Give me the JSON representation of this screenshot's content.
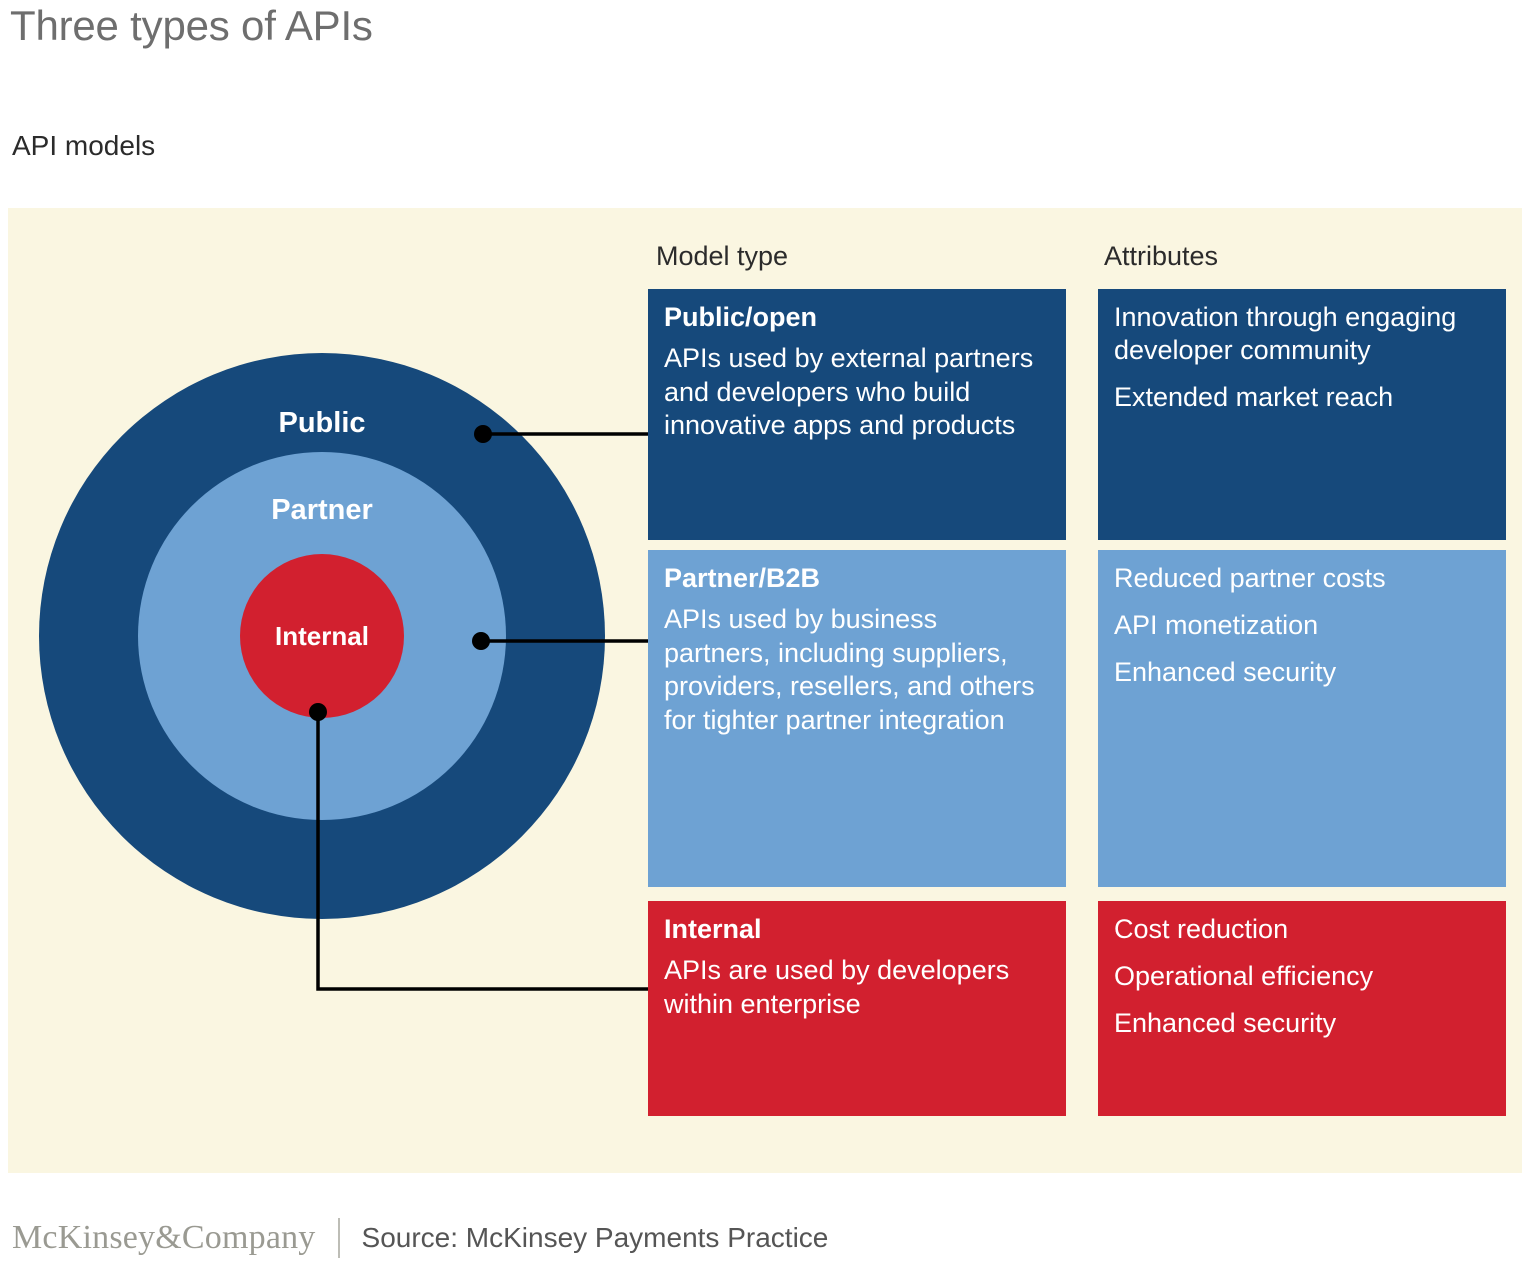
{
  "header": {
    "title": "Three types of APIs",
    "subtitle": "API models"
  },
  "colors": {
    "background": "#ffffff",
    "panel": "#faf6e1",
    "public_blue": "#16497B",
    "partner_blue": "#6EA2D3",
    "internal_red": "#D2202F",
    "title_gray": "#6e6e6e",
    "text_dark": "#2b2b2b",
    "connector_line": "#000000",
    "logo_gray": "#9a9a92"
  },
  "venn": {
    "rings": [
      {
        "label": "Public",
        "color": "#16497B"
      },
      {
        "label": "Partner",
        "color": "#6EA2D3"
      },
      {
        "label": "Internal",
        "color": "#D2202F"
      }
    ]
  },
  "columns": {
    "model_type_header": "Model type",
    "attributes_header": "Attributes"
  },
  "rows": [
    {
      "key": "public",
      "color": "#16497B",
      "model": {
        "title": "Public/open",
        "body": "APIs used by external partners and developers who build innovative apps and products"
      },
      "attributes": [
        "Innovation through engaging developer community",
        "Extended market reach"
      ]
    },
    {
      "key": "partner",
      "color": "#6EA2D3",
      "model": {
        "title": "Partner/B2B",
        "body": "APIs used by business partners, including suppliers, providers, resellers, and others for tighter partner integration"
      },
      "attributes": [
        "Reduced partner costs",
        "API monetization",
        "Enhanced security"
      ]
    },
    {
      "key": "internal",
      "color": "#D2202F",
      "model": {
        "title": "Internal",
        "body": "APIs are used by developers within enterprise"
      },
      "attributes": [
        "Cost reduction",
        "Operational efficiency",
        "Enhanced security"
      ]
    }
  ],
  "footer": {
    "logo_text": "McKinsey&Company",
    "source": "Source: McKinsey Payments Practice"
  }
}
